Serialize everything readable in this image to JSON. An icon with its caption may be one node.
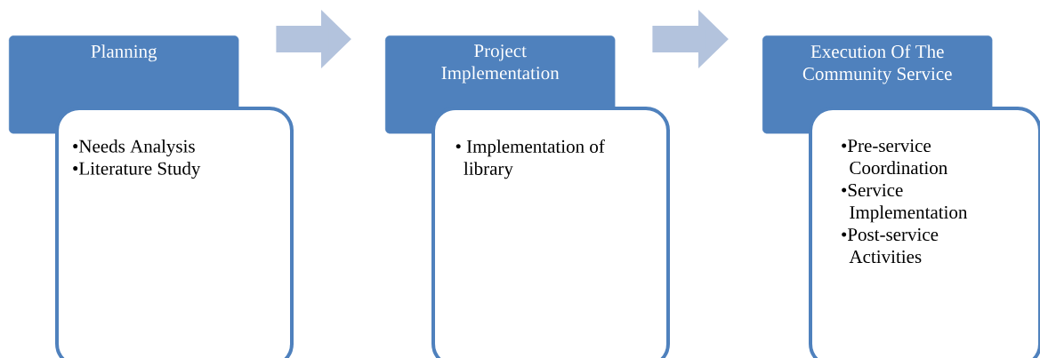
{
  "diagram": {
    "nodes": [
      {
        "text": [
          "Planning"
        ]
      },
      {
        "text": [
          "•Needs Analysis",
          "•Literature Study"
        ]
      },
      {
        "text": [
          "Project Implementation"
        ]
      },
      {
        "text": [
          "• Implementation of library"
        ]
      },
      {
        "text": [
          "Execution Of The Community Service"
        ]
      },
      {
        "text": [
          "•Pre-service Coordination",
          "•Service Implementation",
          "•Post-service Activities"
        ]
      }
    ],
    "edges": [
      {
        "from": 0,
        "to": 2,
        "arrow": "to"
      },
      {
        "from": 2,
        "to": 4,
        "arrow": "to"
      }
    ]
  }
}
